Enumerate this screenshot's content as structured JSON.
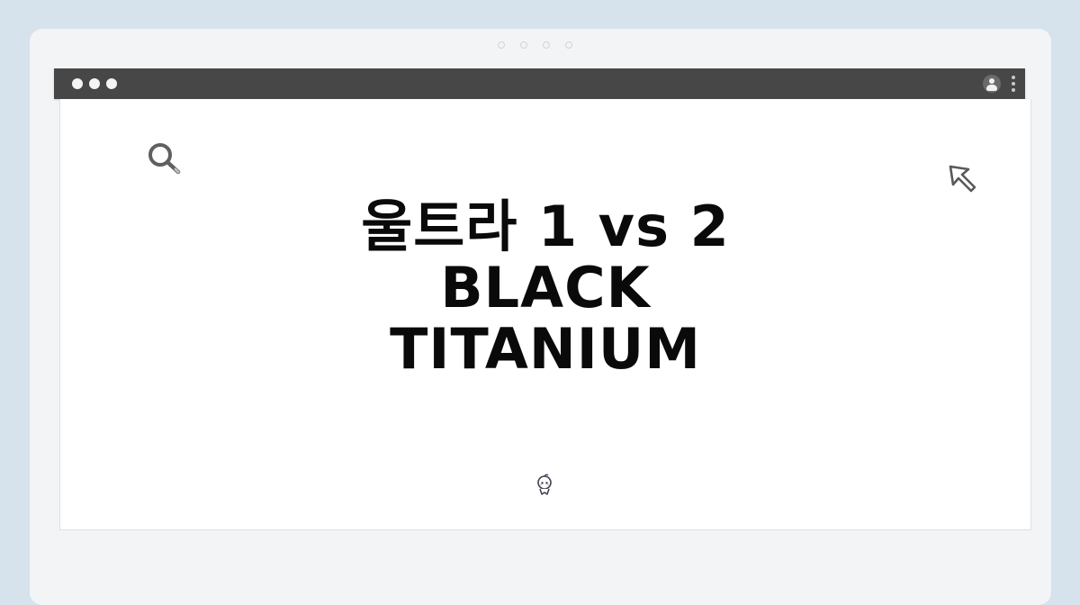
{
  "window": {
    "page_indicator_dots": 4,
    "titlebar_buttons": [
      "dot",
      "dot",
      "dot"
    ],
    "titlebar_right_icons": [
      "user-avatar-icon",
      "kebab-menu-icon"
    ]
  },
  "content": {
    "headline_lines": [
      "울트라 1 vs 2",
      "BLACK",
      "TITANIUM"
    ],
    "decorations": [
      "search-icon",
      "cursor-arrow-icon",
      "mascot-icon"
    ]
  },
  "colors": {
    "page_background": "#d6e2ec",
    "card_background": "#f3f4f6",
    "titlebar": "#474747",
    "frame": "#ffffff",
    "headline_text": "#0a0a0a"
  }
}
